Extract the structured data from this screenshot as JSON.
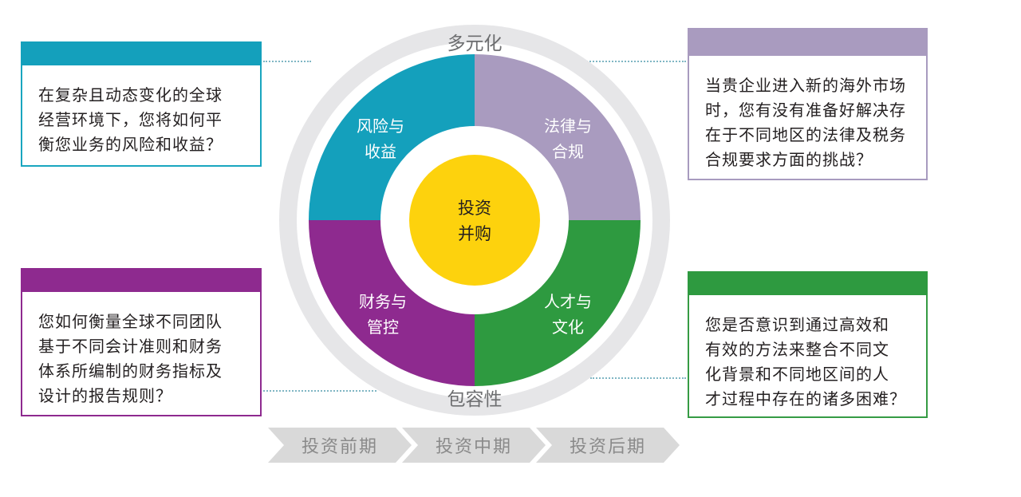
{
  "ring": {
    "top_label": "多元化",
    "bottom_label": "包容性"
  },
  "center": {
    "line1": "投资",
    "line2": "并购"
  },
  "quadrants": [
    {
      "key": "risk",
      "line1": "风险与",
      "line2": "收益",
      "color": "#14a0bc"
    },
    {
      "key": "law",
      "line1": "法律与",
      "line2": "合规",
      "color": "#a99bbf"
    },
    {
      "key": "finance",
      "line1": "财务与",
      "line2": "管控",
      "color": "#8e2a8f"
    },
    {
      "key": "talent",
      "line1": "人才与",
      "line2": "文化",
      "color": "#2e9a40"
    }
  ],
  "boxes": {
    "top_left": {
      "lines": [
        "在复杂且动态变化的全球",
        "经营环境下，您将如何平",
        "衡您业务的风险和收益？"
      ]
    },
    "top_right": {
      "lines": [
        "当贵企业进入新的海外市场",
        "时，您有没有准备好解决存",
        "在于不同地区的法律及税务",
        "合规要求方面的挑战？"
      ]
    },
    "bottom_left": {
      "lines": [
        "您如何衡量全球不同团队",
        "基于不同会计准则和财务",
        "体系所编制的财务指标及",
        "设计的报告规则？"
      ]
    },
    "bottom_right": {
      "lines": [
        "您是否意识到通过高效和",
        "有效的方法来整合不同文",
        "化背景和不同地区间的人",
        "才过程中存在的诸多困难？"
      ]
    }
  },
  "phases": [
    "投资前期",
    "投资中期",
    "投资后期"
  ],
  "colors": {
    "ring_gray": "#e6e6e8",
    "center_yellow": "#fdd20d",
    "phase_gray": "#d9d9d9"
  }
}
